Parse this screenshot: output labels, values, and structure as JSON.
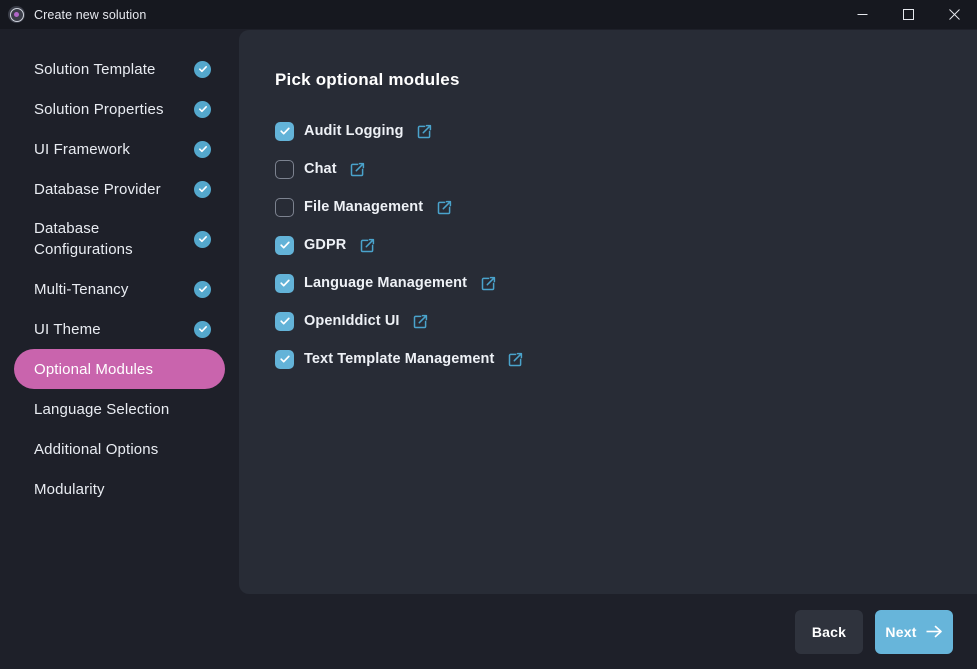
{
  "window": {
    "title": "Create new solution",
    "logo_icon": "abp-logo-icon",
    "controls": [
      {
        "name": "minimize-button",
        "icon": "minimize-icon",
        "label": "Minimize"
      },
      {
        "name": "maximize-button",
        "icon": "maximize-icon",
        "label": "Maximize"
      },
      {
        "name": "close-button",
        "icon": "close-icon",
        "label": "Close"
      }
    ]
  },
  "colors": {
    "background": "#1e2029",
    "titlebar": "#16181f",
    "panel": "#282c36",
    "accent_blue": "#63b3d8",
    "accent_pink": "#c964ad",
    "check_circle": "#54a8cd",
    "link_blue": "#4aa3cc"
  },
  "sidebar": {
    "items": [
      {
        "label": "Solution Template",
        "completed": true,
        "active": false
      },
      {
        "label": "Solution Properties",
        "completed": true,
        "active": false
      },
      {
        "label": "UI Framework",
        "completed": true,
        "active": false
      },
      {
        "label": "Database Provider",
        "completed": true,
        "active": false
      },
      {
        "label": "Database Configurations",
        "completed": true,
        "active": false
      },
      {
        "label": "Multi-Tenancy",
        "completed": true,
        "active": false
      },
      {
        "label": "UI Theme",
        "completed": true,
        "active": false
      },
      {
        "label": "Optional Modules",
        "completed": false,
        "active": true
      },
      {
        "label": "Language Selection",
        "completed": false,
        "active": false
      },
      {
        "label": "Additional Options",
        "completed": false,
        "active": false
      },
      {
        "label": "Modularity",
        "completed": false,
        "active": false
      }
    ]
  },
  "main": {
    "title": "Pick optional modules",
    "link_icon": "external-link-icon",
    "modules": [
      {
        "label": "Audit Logging",
        "checked": true
      },
      {
        "label": "Chat",
        "checked": false
      },
      {
        "label": "File Management",
        "checked": false
      },
      {
        "label": "GDPR",
        "checked": true
      },
      {
        "label": "Language Management",
        "checked": true
      },
      {
        "label": "OpenIddict UI",
        "checked": true
      },
      {
        "label": "Text Template Management",
        "checked": true
      }
    ]
  },
  "footer": {
    "back_label": "Back",
    "next_label": "Next",
    "next_icon": "arrow-right-icon"
  }
}
